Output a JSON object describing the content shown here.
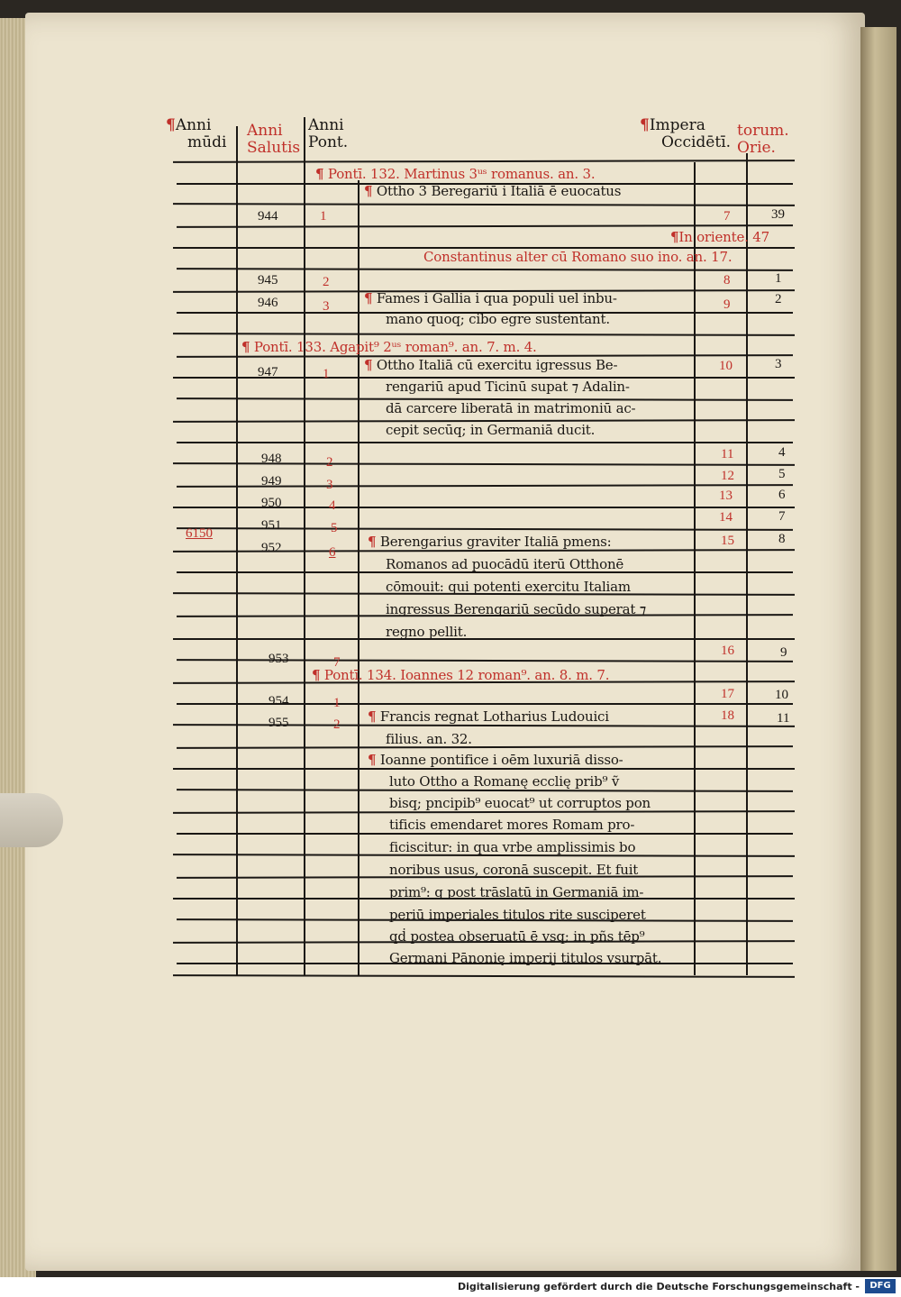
{
  "header": {
    "anni_mundi": [
      "Anni",
      "mūdi"
    ],
    "anni_salutis": [
      "Anni",
      "Salutis"
    ],
    "anni_pont": [
      "Anni",
      "Pont."
    ],
    "imperatorum_occident": [
      "Impera",
      "Occidētī."
    ],
    "imperatorum_orient": [
      "torum.",
      "Orie."
    ],
    "pilcrow": "¶"
  },
  "rows": [
    {
      "text": "Pontī. 132. Martinus 3ᵘˢ romanus. an. 3.",
      "red": true
    },
    {
      "text": "Ottho 3 Beregariū i Italiā ē euocatus"
    },
    {
      "salutis": "944",
      "pont": "1",
      "occ": "7",
      "ori": "39"
    },
    {
      "text": "In oriente. 47",
      "red": true
    },
    {
      "text": "Constantinus alter cū Romano suo ino. an. 17.",
      "red": true
    },
    {
      "salutis": "945",
      "pont": "2",
      "occ": "8",
      "ori": "1"
    },
    {
      "salutis": "946",
      "pont": "3",
      "occ": "9",
      "ori": "2",
      "text": "Fames i Gallia i qua populi uel inbu-",
      "text2": "mano quoq; cibo egre sustentant."
    },
    {
      "text": "Pontī. 133. Agapit⁹ 2ᵘˢ roman⁹. an. 7. m. 4.",
      "red": true
    },
    {
      "salutis": "947",
      "pont": "1",
      "occ": "10",
      "ori": "3",
      "lines": [
        "Ottho Italiā cū exercitu igressus Be-",
        "rengariū apud Ticinū supat ⁊ Adalin-",
        "dā carcere liberatā in matrimoniū ac-",
        "cepit secūq; in Germaniā ducit."
      ]
    },
    {
      "salutis": "948",
      "pont": "2",
      "occ": "11",
      "ori": "4"
    },
    {
      "salutis": "949",
      "pont": "3",
      "occ": "12",
      "ori": "5"
    },
    {
      "salutis": "950",
      "pont": "4",
      "occ": "13",
      "ori": "6"
    },
    {
      "mundi": "6150",
      "salutis": "951",
      "pont": "5",
      "occ": "14",
      "ori": "7"
    },
    {
      "salutis": "952",
      "pont": "6",
      "occ": "15",
      "ori": "8",
      "lines": [
        "Berengarius graviter Italiā pmens:",
        "Romanos ad puocādū iterū Otthonē",
        "cōmouit: qui potenti exercitu Italiam",
        "ingressus Berengariū secūdo superat ⁊",
        "regno pellit."
      ]
    },
    {
      "salutis": "953",
      "pont": "7",
      "occ": "16",
      "ori": "9"
    },
    {
      "text": "Pontī. 134. Ioannes 12 roman⁹. an. 8. m. 7.",
      "red": true
    },
    {
      "salutis": "954",
      "pont": "1",
      "occ": "17",
      "ori": "10"
    },
    {
      "salutis": "955",
      "pont": "2",
      "occ": "18",
      "ori": "11",
      "lines": [
        "Francis regnat Lotharius Ludouici",
        "filius. an. 32.",
        "Ioanne pontifice i oēm luxuriā disso-",
        "luto Ottho a Romanę ecclię prib⁹ ṽ",
        "bisq; pncipib⁹ euocat⁹ ut corruptos pon",
        "tificis emendaret mores Romam pro-",
        "ficiscitur: in qua vrbe amplissimis bo",
        "noribus usus, coronā suscepit. Et fuit",
        "prim⁹: q post trāslatū in Germaniā im-",
        "periū imperiales titulos rite susciperet",
        "qḋ postea obseruatū ē vsq; in pñs tēp⁹",
        "Germani Pānonię imperij titulos vsurpāt."
      ]
    }
  ],
  "footer": {
    "credit": "Digitalisierung gefördert durch die Deutsche Forschungsgemeinschaft -",
    "logo": "DFG"
  },
  "colors": {
    "rubric": "#c0302a",
    "ink": "#1a1714",
    "paper": "#ece4cf"
  }
}
